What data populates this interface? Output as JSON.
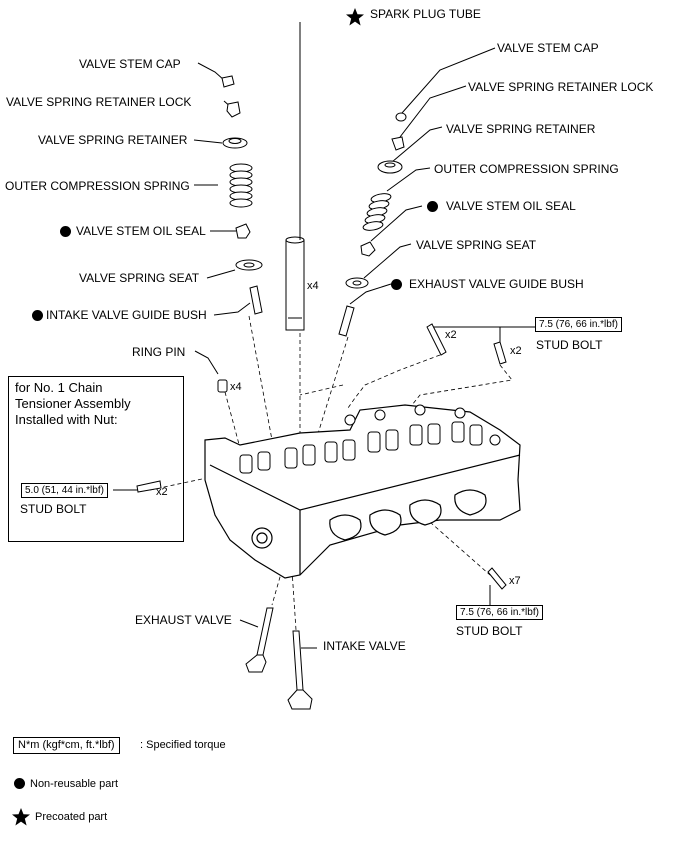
{
  "labels": {
    "spark_plug_tube": "SPARK PLUG TUBE",
    "valve_stem_cap_left": "VALVE STEM CAP",
    "valve_stem_cap_right": "VALVE STEM CAP",
    "retainer_lock_left": "VALVE SPRING RETAINER LOCK",
    "retainer_lock_right": "VALVE SPRING RETAINER LOCK",
    "spring_retainer_left": "VALVE SPRING RETAINER",
    "spring_retainer_right": "VALVE SPRING RETAINER",
    "outer_spring_left": "OUTER COMPRESSION SPRING",
    "outer_spring_right": "OUTER COMPRESSION SPRING",
    "oil_seal_left": "VALVE STEM OIL SEAL",
    "oil_seal_right": "VALVE STEM OIL SEAL",
    "spring_seat_left": "VALVE SPRING SEAT",
    "spring_seat_right": "VALVE SPRING SEAT",
    "intake_guide_bush": "INTAKE VALVE GUIDE BUSH",
    "exhaust_guide_bush": "EXHAUST VALVE GUIDE BUSH",
    "ring_pin": "RING PIN",
    "exhaust_valve": "EXHAUST VALVE",
    "intake_valve": "INTAKE VALVE",
    "stud_bolt_top": "STUD BOLT",
    "stud_bolt_left": "STUD BOLT",
    "stud_bolt_bottom": "STUD BOLT"
  },
  "quantities": {
    "spark_tube": "x4",
    "ring_pin": "x4",
    "stud_top_a": "x2",
    "stud_top_b": "x2",
    "stud_left": "x2",
    "stud_bottom": "x7"
  },
  "torques": {
    "top": "7.5 (76, 66 in.*lbf)",
    "left": "5.0 (51, 44 in.*lbf)",
    "bottom": "7.5 (76, 66 in.*lbf)"
  },
  "note": "for No. 1 Chain\nTensioner Assembly\nInstalled with Nut:",
  "legend": {
    "torque_box": "N*m (kgf*cm, ft.*lbf)",
    "torque_desc": ": Specified torque",
    "non_reusable": "Non-reusable part",
    "precoated": "Precoated part"
  },
  "icons": {
    "non_reusable_symbol": "filled-circle-icon",
    "precoated_symbol": "star-icon"
  }
}
